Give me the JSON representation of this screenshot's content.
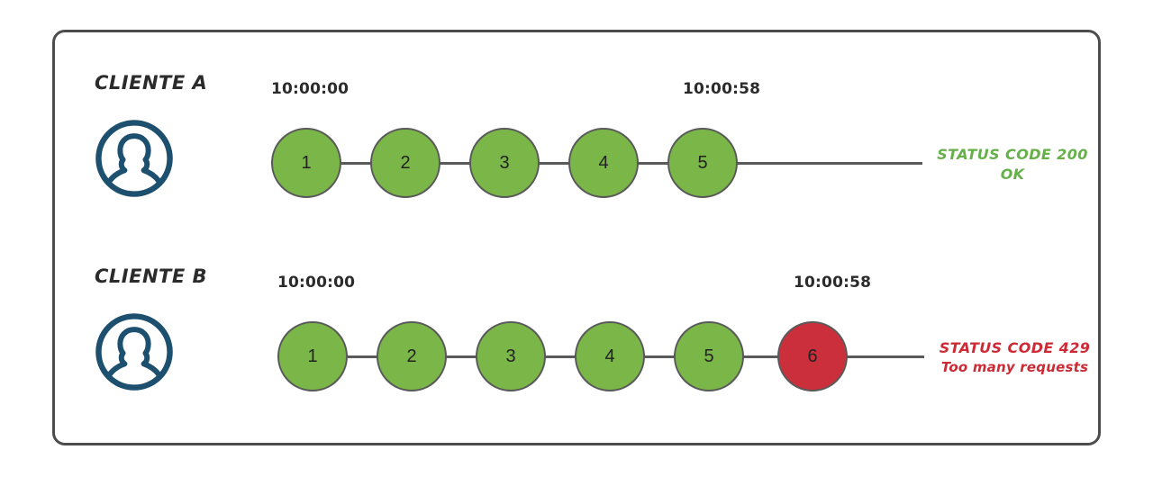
{
  "diagram": {
    "title_colors": {
      "node_ok": "#7ab648",
      "node_error": "#cb2f3c",
      "node_border": "#595959",
      "connector": "#5a5a5a",
      "avatar": "#1d4f6e",
      "status_ok": "#66b04a",
      "status_error": "#cc2b35",
      "frame_border": "#4d4d4d",
      "text": "#2b2b2b"
    },
    "rows": [
      {
        "id": "client-a",
        "label": "CLIENTE A",
        "avatar_icon": "user-avatar-icon",
        "start_time": "10:00:00",
        "end_time": "10:00:58",
        "nodes": [
          {
            "label": "1",
            "state": "ok"
          },
          {
            "label": "2",
            "state": "ok"
          },
          {
            "label": "3",
            "state": "ok"
          },
          {
            "label": "4",
            "state": "ok"
          },
          {
            "label": "5",
            "state": "ok"
          }
        ],
        "status": {
          "line1": "STATUS CODE 200",
          "line2": "OK",
          "state": "ok"
        }
      },
      {
        "id": "client-b",
        "label": "CLIENTE B",
        "avatar_icon": "user-avatar-icon",
        "start_time": "10:00:00",
        "end_time": "10:00:58",
        "nodes": [
          {
            "label": "1",
            "state": "ok"
          },
          {
            "label": "2",
            "state": "ok"
          },
          {
            "label": "3",
            "state": "ok"
          },
          {
            "label": "4",
            "state": "ok"
          },
          {
            "label": "5",
            "state": "ok"
          },
          {
            "label": "6",
            "state": "error"
          }
        ],
        "status": {
          "line1": "STATUS CODE 429",
          "line2": "Too many requests",
          "state": "error"
        }
      }
    ]
  }
}
